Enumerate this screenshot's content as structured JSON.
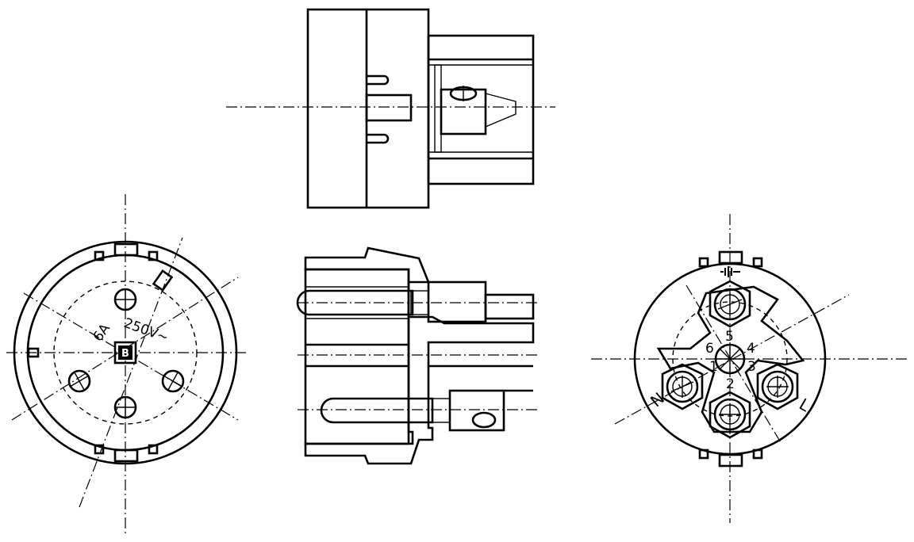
{
  "left_view": {
    "current_rating": "6A",
    "voltage_rating": "250V~",
    "mark": "B"
  },
  "right_view": {
    "contact_numbers": [
      "1",
      "2",
      "3",
      "4",
      "5",
      "6"
    ],
    "neutral_label": "N",
    "line_label": "L",
    "ground_symbol": "earth-ground-icon"
  }
}
